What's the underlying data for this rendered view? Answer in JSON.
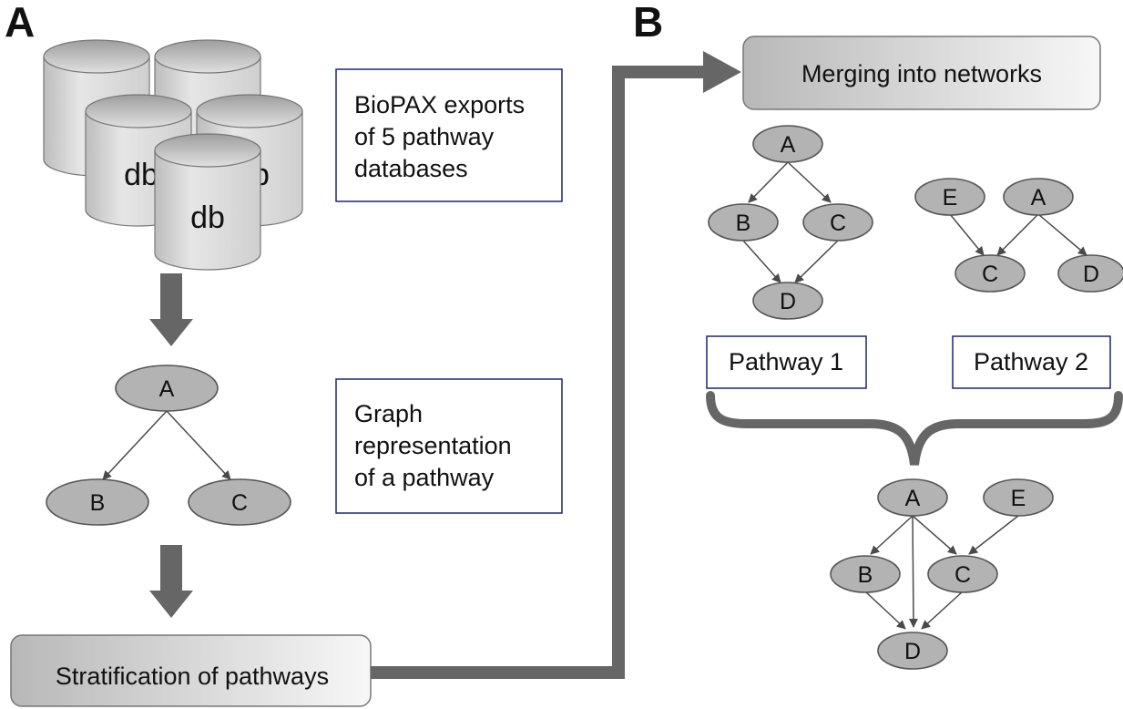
{
  "panels": {
    "a": "A",
    "b": "B"
  },
  "database": {
    "label": "db"
  },
  "boxes": {
    "biopax": [
      "BioPAX exports",
      "of 5 pathway",
      "databases"
    ],
    "graph": [
      "Graph",
      "representation",
      "of a pathway"
    ],
    "pathway1": "Pathway 1",
    "pathway2": "Pathway 2"
  },
  "steps": {
    "stratification": "Stratification of pathways",
    "merging": "Merging into networks"
  },
  "graphs": {
    "example": {
      "nodes": [
        "A",
        "B",
        "C"
      ],
      "edges": [
        [
          "A",
          "B"
        ],
        [
          "A",
          "C"
        ]
      ]
    },
    "pathway1": {
      "nodes": [
        "A",
        "B",
        "C",
        "D"
      ],
      "edges": [
        [
          "A",
          "B"
        ],
        [
          "A",
          "C"
        ],
        [
          "B",
          "D"
        ],
        [
          "C",
          "D"
        ]
      ]
    },
    "pathway2": {
      "nodes": [
        "E",
        "A",
        "C",
        "D"
      ],
      "edges": [
        [
          "E",
          "C"
        ],
        [
          "A",
          "C"
        ],
        [
          "A",
          "D"
        ]
      ]
    },
    "merged": {
      "nodes": [
        "A",
        "E",
        "B",
        "C",
        "D"
      ],
      "edges": [
        [
          "A",
          "B"
        ],
        [
          "A",
          "C"
        ],
        [
          "A",
          "D"
        ],
        [
          "E",
          "C"
        ],
        [
          "B",
          "D"
        ],
        [
          "C",
          "D"
        ]
      ]
    }
  },
  "colors": {
    "node_fill": "#b3b3b3",
    "box_border": "#1a237e",
    "arrow": "#666666"
  }
}
